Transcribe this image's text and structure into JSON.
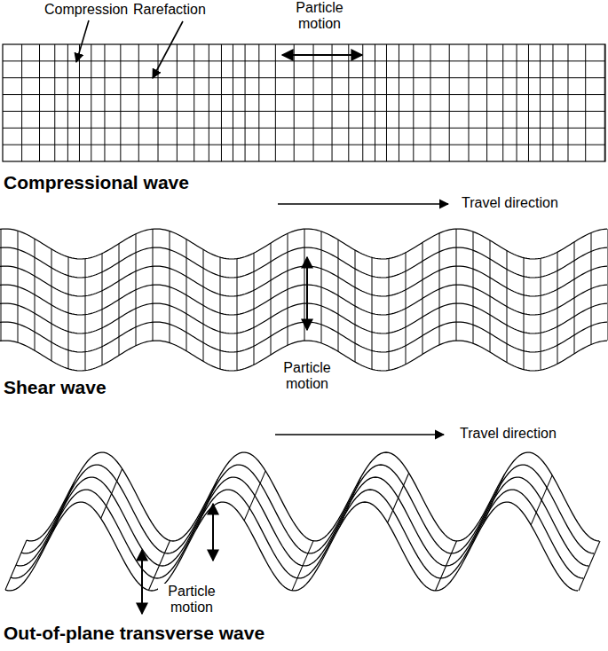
{
  "diagram": {
    "labels": [
      "Compression",
      "Rarefaction",
      "Particle motion",
      "Compressional wave",
      "Travel direction",
      "Particle motion",
      "Shear wave",
      "Travel direction",
      "Particle motion",
      "Out-of-plane transverse wave"
    ]
  }
}
